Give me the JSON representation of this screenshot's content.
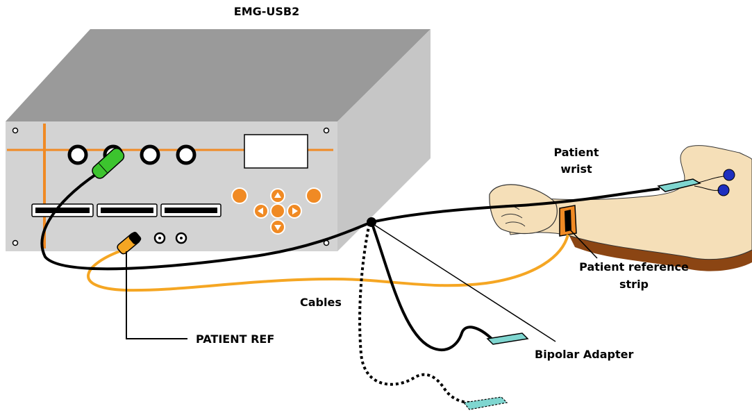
{
  "device": {
    "title": "EMG-USB2"
  },
  "labels": {
    "patient_wrist_line1": "Patient",
    "patient_wrist_line2": "wrist",
    "patient_reference_line1": "Patient reference",
    "patient_reference_line2": "strip",
    "cables": "Cables",
    "patient_ref": "PATIENT REF",
    "bipolar_adapter": "Bipolar Adapter"
  },
  "colors": {
    "box_top": "#9a9a9a",
    "box_side": "#c4c4c4",
    "box_front": "#d2d2d2",
    "accent_orange": "#f08a24",
    "cable_orange": "#f5a623",
    "connector_green": "#3cc42e",
    "electrode_blue": "#1e2fbf",
    "electrode_pad": "#7fd6d0",
    "arm_skin": "#f5dfb8",
    "arm_shadow": "#8b4513"
  }
}
